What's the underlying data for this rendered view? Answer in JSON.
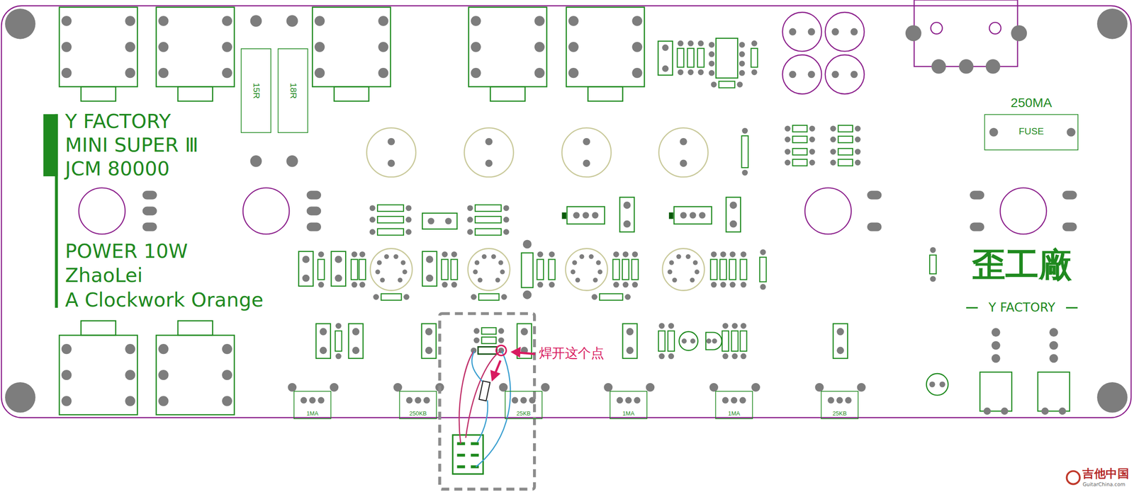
{
  "diagram": {
    "nodes": [
      {
        "text": [
          "15R"
        ]
      },
      {
        "text": [
          "18R"
        ]
      },
      {
        "text": [
          "250MA",
          "FUSE"
        ]
      },
      {
        "text": [
          "1MA"
        ]
      },
      {
        "text": [
          "250KB"
        ]
      },
      {
        "text": [
          "25KB"
        ]
      },
      {
        "text": [
          "1MA"
        ]
      },
      {
        "text": [
          "1MA"
        ]
      },
      {
        "text": [
          "25KB"
        ]
      }
    ],
    "labels": [
      "Y FACTORY",
      "MINI SUPER Ⅲ",
      "JCM 80000",
      "POWER 10W",
      "ZhaoLei",
      "A Clockwork Orange",
      "焊开这个点",
      "歪工廠",
      "Y FACTORY",
      "吉他中国",
      "GuitarChina.com"
    ]
  }
}
